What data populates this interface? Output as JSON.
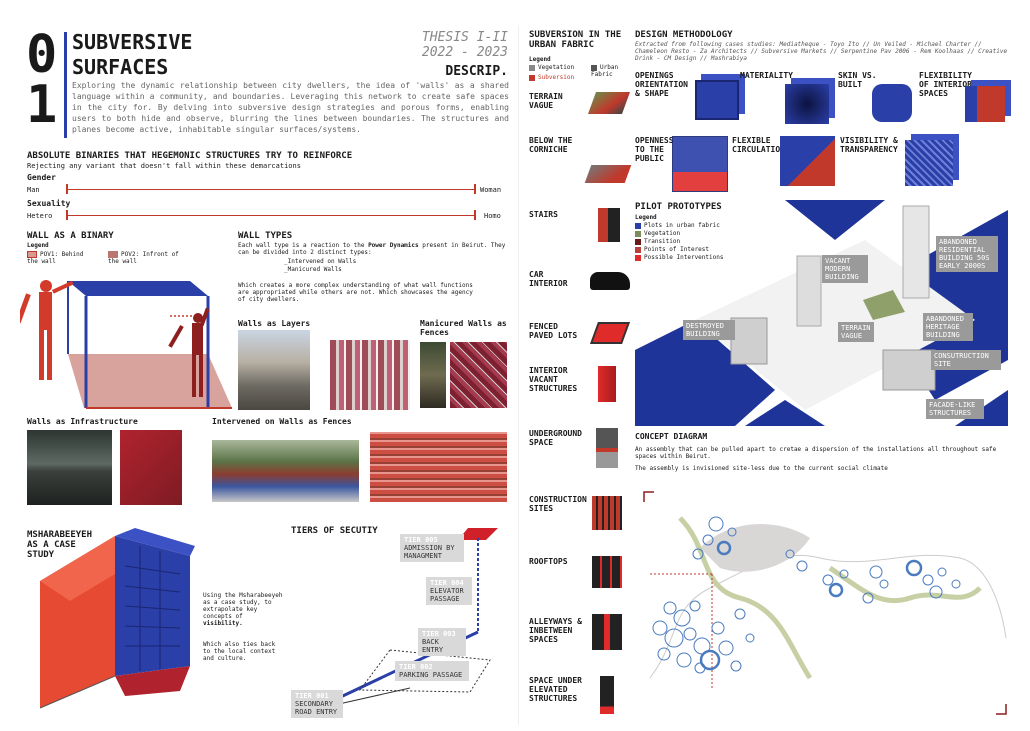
{
  "header": {
    "number_top": "0",
    "number_bottom": "1",
    "title_line1": "SUBVERSIVE",
    "title_line2": "SURFACES",
    "thesis": "THESIS I-II",
    "years": "2022 - 2023",
    "descrip": "DESCRIP.",
    "intro": "Exploring the dynamic relationship between city dwellers, the idea of 'walls' as a shared language within a community, and boundaries. Leveraging this network to create safe spaces in the city for. By delving into subversive design strategies and porous forms, enabling users to both hide and observe, blurring the lines between boundaries. The structures and planes become active, inhabitable singular surfaces/systems."
  },
  "binaries": {
    "title": "ABSOLUTE BINARIES THAT HEGEMONIC STRUCTURES TRY TO REINFORCE",
    "subtitle": "Rejecting any variant that doesn't fall within these demarcations",
    "gender_label": "Gender",
    "gender_left": "Man",
    "gender_right": "Woman",
    "sexuality_label": "Sexuality",
    "sexuality_left": "Hetero",
    "sexuality_right": "Homo"
  },
  "wall_binary": {
    "title": "WALL AS A BINARY",
    "legend": "Legend",
    "pov1": "POV1: Behind the wall",
    "pov2": "POV2: Infront of the wall"
  },
  "wall_types": {
    "title": "WALL TYPES",
    "desc1": "Each wall type is a reaction to the",
    "desc_bold": "Power Dynamics",
    "desc2": "present in Beirut. They can be divided into 2 distinct types:",
    "type1": "_Intervened on Walls",
    "type2": "_Manicured Walls",
    "desc3": "Which creates a more complex understanding of what wall functions are appropriated while others are not. Which showcases the agency of city dwellers.",
    "layers": "Walls as Layers",
    "manicured": "Manicured Walls as Fences",
    "infrastructure": "Walls as Infrastructure",
    "intervened": "Intervened on Walls as Fences"
  },
  "msharabeeyeh": {
    "title": "MSHARABEEYEH AS A CASE STUDY",
    "text1": "Using the Msharabeeyeh as a case study, to extrapolate key concepts of",
    "text_bold": "visibility.",
    "text2": "Which also ties back to the local context and culture."
  },
  "tiers": {
    "title": "TIERS OF SECUTIY",
    "t005_code": "TIER 005",
    "t005_text": "ADMISSION BY MANAGMENT",
    "t004_code": "TIER 004",
    "t004_text": "ELEVATOR PASSAGE",
    "t003_code": "TIER 003",
    "t003_text": "BACK ENTRY",
    "t002_code": "TIER 002",
    "t002_text": "PARKING PASSAGE",
    "t001_code": "TIER 001",
    "t001_text": "SECONDARY ROAD ENTRY"
  },
  "subversion": {
    "title": "SUBVERSION IN THE URBAN FABRIC",
    "legend": "Legend",
    "veg": "Vegetation",
    "sub": "Subversion",
    "urban": "Urban Fabric",
    "items": [
      "TERRAIN VAGUE",
      "BELOW THE CORNICHE",
      "STAIRS",
      "CAR INTERIOR",
      "FENCED PAVED LOTS",
      "INTERIOR VACANT STRUCTURES",
      "UNDERGROUND SPACE",
      "CONSTRUCTION SITES",
      "ROOFTOPS",
      "ALLEYWAYS & INBETWEEN SPACES",
      "SPACE UNDER ELEVATED STRUCTURES"
    ]
  },
  "methodology": {
    "title": "DESIGN METHODOLOGY",
    "cases": "Extracted from following cases studies: Mediatheque - Toyo Ito // Un Veiled - Michael Charter // Chameleon Resto - Za Architects // Subversive Markets // Serpentine Pav 2006 - Rem Koolhaas // Creative Drink - CM Design // Mashrabiya",
    "c1": "OPENINGS ORIENTATION & SHAPE",
    "c2": "MATERIALITY",
    "c3": "SKIN VS. BUILT",
    "c4": "FLEXIBILITY OF INTERIOR SPACES",
    "c5": "OPENNESS TO THE PUBLIC",
    "c6": "FLEXIBLE CIRCULATION",
    "c7": "VISIBILITY & TRANSPARENCY"
  },
  "pilot": {
    "title": "PILOT PROTOTYPES",
    "legend": "Legend",
    "l1": "Plots in urban fabric",
    "l2": "Vegetation",
    "l3": "Transition",
    "l4": "Points of Interest",
    "l5": "Possible Interventions",
    "tags": {
      "destroyed": "DESTROYED BUILDING",
      "vacant": "VACANT MODERN BUILDING",
      "abandoned": "ABANDONED RESIDENTIAL BUILDING 50S EARLY 2000S",
      "terrain": "TERRAIN VAGUE",
      "heritage": "ABANDONED HERITAGE BUILDING",
      "construction": "CONSUTRUCTION SITE",
      "facade": "FACADE-LIKE STRUCTURES"
    }
  },
  "concept": {
    "title": "CONCEPT DIAGRAM",
    "text1": "An assembly that can be pulled apart to cretae a dispersion of the installations all throughout safe spaces within Beirut.",
    "text2": "The assembly is invisioned site-less due to the current social climate"
  },
  "colors": {
    "blue": "#2b3fa8",
    "red": "#c0392b",
    "vegetation": "#9aa77a",
    "gray": "#9a9a9a"
  }
}
